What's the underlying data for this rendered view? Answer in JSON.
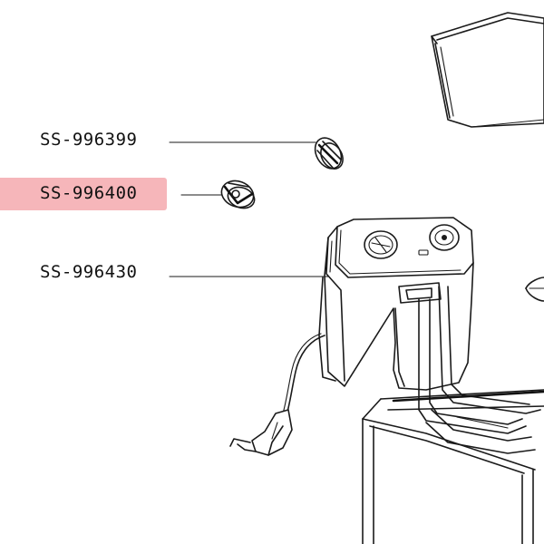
{
  "parts": [
    {
      "code": "SS-996399",
      "highlighted": false
    },
    {
      "code": "SS-996400",
      "highlighted": true
    },
    {
      "code": "SS-996430",
      "highlighted": false
    }
  ],
  "colors": {
    "highlight": "#f6b6ba",
    "line": "#1a1a1a",
    "text": "#111111"
  }
}
